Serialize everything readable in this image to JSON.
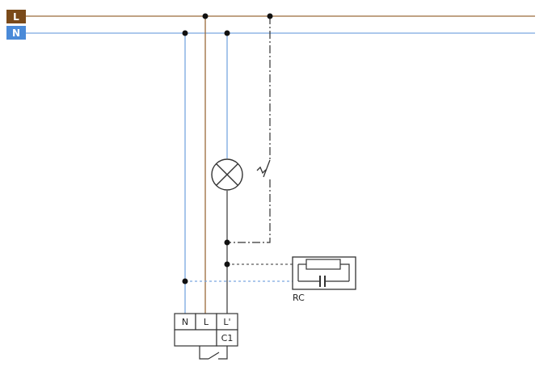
{
  "rails": {
    "live": {
      "tag": "L",
      "color": "#7a4a1a"
    },
    "neutral": {
      "tag": "N",
      "color": "#4a8ad8"
    }
  },
  "wire_colors": {
    "live": "#9a6a3a",
    "neutral": "#7aa8e0",
    "switched": "#444444",
    "control": "#333333",
    "neutral_link": "#7aa8e0"
  },
  "components": {
    "lamp": {
      "icon": "lamp-icon"
    },
    "switch": {
      "icon": "pushbutton-switch-icon"
    },
    "rc_module": {
      "label": "RC",
      "icon": "resistor-capacitor-icon"
    },
    "relay_terminals": {
      "top_row": [
        "N",
        "L",
        "L'"
      ],
      "bottom_row": [
        "C1"
      ],
      "icon": "relay-contact-icon"
    }
  }
}
